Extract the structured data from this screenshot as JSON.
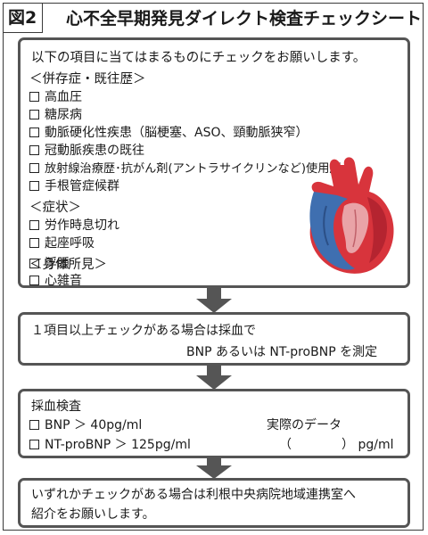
{
  "figure_label": "図2",
  "title": "心不全早期発見ダイレクト検査チェックシート",
  "checklist": {
    "intro": "以下の項目に当てはまるものにチェックをお願いします。",
    "sections": [
      {
        "heading": "＜併存症・既往歴＞",
        "items": [
          "高血圧",
          "糖尿病",
          "動脈硬化性疾患（脳梗塞、ASO、頸動脈狭窄）",
          "冠動脈疾患の既往",
          "放射線治療歴･抗がん剤(アントラサイクリンなど)使用歴",
          "手根管症候群"
        ]
      },
      {
        "heading": "＜症状＞",
        "items": [
          "労作時息切れ",
          "起座呼吸"
        ]
      },
      {
        "heading": "＜身体所見＞",
        "items": [
          "浮腫",
          "心雑音"
        ]
      }
    ]
  },
  "step2": {
    "line1": "１項目以上チェックがある場合は採血で",
    "line2": "BNP あるいは NT-proBNP を測定"
  },
  "step3": {
    "heading": "採血検査",
    "bnp_label": "BNP ＞ 40",
    "bnp_unit": "pg/ml",
    "actual_data_label": "実際のデータ",
    "ntprobnp_label": "NT-proBNP ＞ 125",
    "ntprobnp_unit": "pg/ml",
    "blank": "（　　　　）",
    "blank_unit": "pg/ml"
  },
  "step4": {
    "line1": "いずれかチェックがある場合は利根中央病院地域連携室へ",
    "line2": "紹介をお願いします。"
  },
  "colors": {
    "border": "#555555",
    "arrow": "#555555",
    "heart_red": "#d8343c",
    "heart_blue": "#3f6fb0"
  },
  "icons": {
    "checkbox": "checkbox-icon",
    "arrow": "down-arrow-icon",
    "heart": "heart-illustration"
  }
}
